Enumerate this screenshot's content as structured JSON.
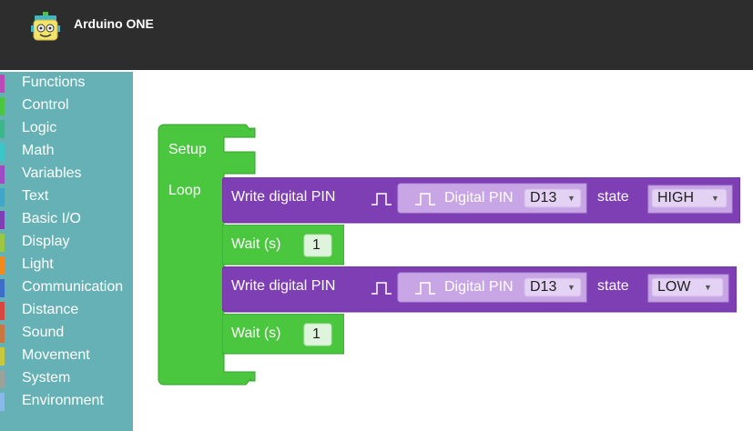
{
  "app": {
    "title": "Arduino ONE"
  },
  "sidebar": {
    "categories": [
      {
        "label": "Functions",
        "color": "#b74bb8"
      },
      {
        "label": "Control",
        "color": "#4bc63f"
      },
      {
        "label": "Logic",
        "color": "#3fb68a"
      },
      {
        "label": "Math",
        "color": "#3fc4c8"
      },
      {
        "label": "Variables",
        "color": "#a14bc0"
      },
      {
        "label": "Text",
        "color": "#3fa7c8"
      },
      {
        "label": "Basic I/O",
        "color": "#7e3fb4"
      },
      {
        "label": "Display",
        "color": "#9ac83f"
      },
      {
        "label": "Light",
        "color": "#f08a1e"
      },
      {
        "label": "Communication",
        "color": "#3f6ec8"
      },
      {
        "label": "Distance",
        "color": "#d8463f"
      },
      {
        "label": "Sound",
        "color": "#c8783f"
      },
      {
        "label": "Movement",
        "color": "#c8c83f"
      },
      {
        "label": "System",
        "color": "#9aa39a"
      },
      {
        "label": "Environment",
        "color": "#8ab8e8"
      }
    ]
  },
  "program": {
    "setup_label": "Setup",
    "loop_label": "Loop",
    "steps": [
      {
        "kind": "write",
        "title": "Write digital  PIN",
        "pin_label": "Digital PIN",
        "pin": "D13",
        "state_label": "state",
        "state": "HIGH"
      },
      {
        "kind": "wait",
        "title": "Wait (s)",
        "value": "1"
      },
      {
        "kind": "write",
        "title": "Write digital  PIN",
        "pin_label": "Digital PIN",
        "pin": "D13",
        "state_label": "state",
        "state": "LOW"
      },
      {
        "kind": "wait",
        "title": "Wait (s)",
        "value": "1"
      }
    ]
  },
  "colors": {
    "header": "#2d2d2d",
    "sidebar": "#66b1b5",
    "control_block": "#4bc63f",
    "io_block": "#7e3fb4"
  }
}
